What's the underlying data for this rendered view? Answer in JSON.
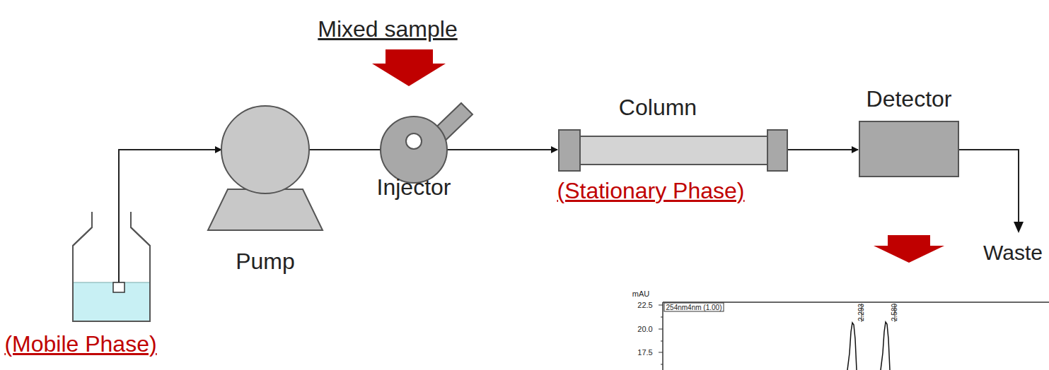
{
  "diagram": {
    "nodes": [
      {
        "text": [
          "(Mobile Phase)"
        ]
      },
      {
        "text": [
          "Pump"
        ]
      },
      {
        "text": [
          "Injector"
        ]
      },
      {
        "text": [
          "Column",
          "(Stationary Phase)"
        ]
      },
      {
        "text": [
          "Detector"
        ]
      }
    ],
    "edges": [
      {
        "from": 0,
        "to": 1,
        "arrow": "to"
      },
      {
        "from": 1,
        "to": 2,
        "arrow": "none"
      },
      {
        "from": 2,
        "to": 3,
        "arrow": "to"
      },
      {
        "from": 3,
        "to": 4,
        "arrow": "to"
      }
    ],
    "labels": [
      "Mixed sample",
      "Waste",
      "mAU",
      "22.5",
      "20.0",
      "17.5",
      "254nm4nm (1.00)",
      "2.293",
      "2.580"
    ]
  }
}
